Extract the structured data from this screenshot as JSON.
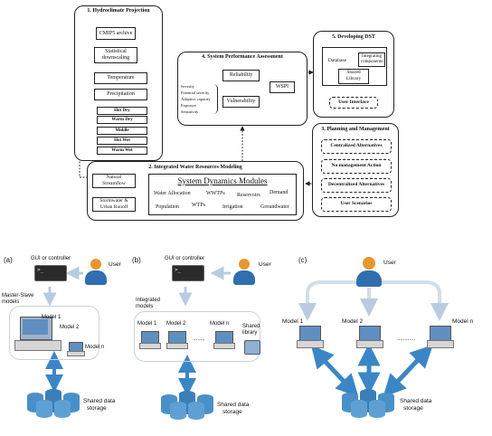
{
  "top": {
    "hydro": {
      "title": "1. Hydroclimate Projection",
      "cmip": "CMIP5 archive",
      "downscale": [
        "Statistical",
        "downscaling"
      ],
      "temperature": "Temperature",
      "precipitation": "Precipitation",
      "scenarios": [
        "Hot Dry",
        "Warm Dry",
        "Middle",
        "Hot Wet",
        "Warm Wet"
      ]
    },
    "perf": {
      "title": "4. System Performance Assessment",
      "reliability": "Reliability",
      "vulnerability": "Vulnerability",
      "wspi": "WSPI",
      "metrics": [
        "Severity",
        "Potential severity",
        "Adaptive capacity",
        "Exposure",
        "Sensitivity"
      ]
    },
    "dst": {
      "title": "5. Developing DST",
      "database": "Database",
      "integrating": [
        "Integrating",
        "components"
      ],
      "shared": [
        "Shared",
        "Library"
      ],
      "ui": "User Interface"
    },
    "plan": {
      "title": "3. Planning and Management",
      "items": [
        "Centralized Alternatives",
        "No management Action",
        "Decentralized Alternatives",
        "User Scenarios"
      ]
    },
    "iwrm": {
      "title": "2. Integrated Water Resources Modeling",
      "natural": [
        "Natural",
        "Streamflow"
      ],
      "storm": [
        "Stormwater &",
        "Urban Runoff"
      ],
      "sdm_title": "System Dynamics Modules",
      "modules": [
        "Water Allocation",
        "WWTPs",
        "Reservoirs",
        "Demand",
        "Population",
        "WTPs",
        "Irrigation",
        "Groundwater"
      ]
    }
  },
  "bottom": {
    "a": {
      "label": "(a)",
      "gui": "GUI or controller",
      "user": "User",
      "group": [
        "Master-Slave",
        "models"
      ],
      "model1": "Model 1",
      "model2": "Model 2",
      "modeln": "Model n",
      "storage": [
        "Shared data",
        "storage"
      ]
    },
    "b": {
      "label": "(b)",
      "gui": "GUI or controller",
      "user": "User",
      "group": [
        "Integrated",
        "models"
      ],
      "model1": "Model 1",
      "model2": "Model 2",
      "dots": "........",
      "modeln": "Model n",
      "shared": [
        "Shared",
        "library"
      ],
      "storage": [
        "Shared data",
        "storage"
      ]
    },
    "c": {
      "label": "(c)",
      "user": "User",
      "model1": "Model 1",
      "model2": "Model 2",
      "dots": "............",
      "modeln": "Model n",
      "storage": [
        "Shared data",
        "storage"
      ]
    }
  },
  "colors": {
    "panel_border": "#c9d3de",
    "arrow_blue": "#3b86c6",
    "arrow_light": "#b8cbe0",
    "db_blue": "#4a90c8",
    "user_orange": "#e8962e",
    "user_blue": "#2f6fb0"
  }
}
